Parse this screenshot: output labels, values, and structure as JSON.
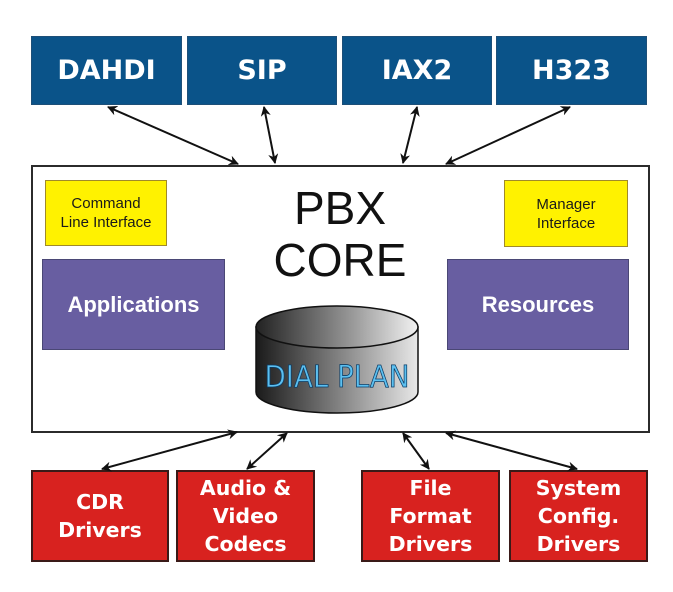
{
  "diagram": {
    "title": "Asterisk PBX architecture",
    "protocols": [
      {
        "id": "dahdi",
        "label": "DAHDI"
      },
      {
        "id": "sip",
        "label": "SIP"
      },
      {
        "id": "iax2",
        "label": "IAX2"
      },
      {
        "id": "h323",
        "label": "H323"
      }
    ],
    "core": {
      "title_line1": "PBX",
      "title_line2": "CORE",
      "cli": {
        "line1": "Command",
        "line2": "Line Interface"
      },
      "manager": {
        "line1": "Manager",
        "line2": "Interface"
      },
      "applications": "Applications",
      "resources": "Resources",
      "dialplan": "DIAL PLAN"
    },
    "drivers": [
      {
        "id": "cdr",
        "lines": [
          "CDR",
          "Drivers"
        ]
      },
      {
        "id": "codecs",
        "lines": [
          "Audio &",
          "Video",
          "Codecs"
        ]
      },
      {
        "id": "fileformat",
        "lines": [
          "File",
          "Format",
          "Drivers"
        ]
      },
      {
        "id": "sysconfig",
        "lines": [
          "System",
          "Config.",
          "Drivers"
        ]
      }
    ],
    "colors": {
      "protocol_fill": "#0a5389",
      "driver_fill": "#d8221f",
      "interface_fill": "#fff200",
      "module_fill": "#685ea1",
      "dialplan_text": "#4fb3e8"
    }
  }
}
